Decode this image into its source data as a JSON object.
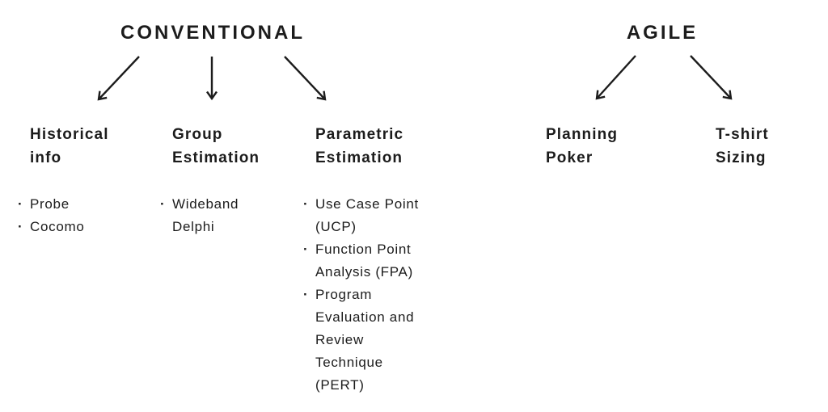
{
  "diagram": {
    "background_color": "#ffffff",
    "text_color": "#1c1c1c",
    "bullet_char": "·",
    "groups": [
      {
        "title": "CONVENTIONAL",
        "branches": [
          {
            "heading": "Historical\ninfo",
            "items": [
              "Probe",
              "Cocomo"
            ]
          },
          {
            "heading": "Group\nEstimation",
            "items": [
              "Wideband\nDelphi"
            ]
          },
          {
            "heading": "Parametric\nEstimation",
            "items": [
              "Use Case Point\n(UCP)",
              "Function Point\nAnalysis (FPA)",
              "Program\nEvaluation and\nReview\nTechnique\n(PERT)"
            ]
          }
        ]
      },
      {
        "title": "AGILE",
        "branches": [
          {
            "heading": "Planning\nPoker",
            "items": []
          },
          {
            "heading": "T-shirt\nSizing",
            "items": []
          }
        ]
      }
    ]
  }
}
